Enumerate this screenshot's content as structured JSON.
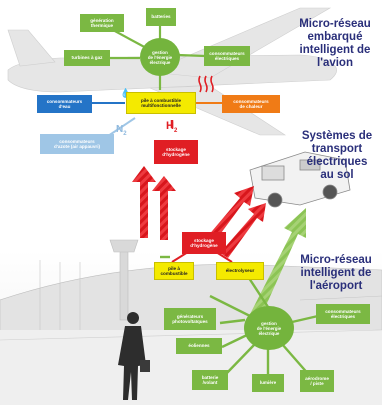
{
  "titles": {
    "aircraft": "Micro-réseau\nembarqué\nintelligent de\nl'avion",
    "ground": "Systèmes de\ntransport\nélectriques\nau sol",
    "airport": "Micro-réseau\nintelligent de\nl'aéroport"
  },
  "aircraft_grid": {
    "hub": "gestion\nde l'énergie\nélectrique",
    "batteries": "batteries",
    "thermal_gen": "génération\nthermique",
    "gas_turbine": "turbines à gaz",
    "electric_consumers": "consommateurs\nélectriques",
    "fuel_cell": "pile à combustible\nmultifonctionnelle",
    "water_consumers": "consommateurs\nd'eau",
    "heat_consumers": "consommateurs\nde chaleur",
    "nitrogen": "consommateurs\nd'azote (air appauvri)",
    "h2_storage": "stockage\nd'hydrogène"
  },
  "chemicals": {
    "h2": "H",
    "h2_sub": "2",
    "n2": "N",
    "n2_sub": "2"
  },
  "airport_grid": {
    "h2_storage": "stockage\nd'hydrogène",
    "fuel_cell": "pile à\ncombustible",
    "electrolyser": "électrolyseur",
    "hub": "gestion\nde l'énergie\nélectrique",
    "pv": "générateurs\nphotovoltaïques",
    "wind": "éoliennes",
    "flywheel": "batterie\n/volant",
    "lighting": "lumière",
    "airside": "aérodrome\n/ piste",
    "consumers": "consommateurs\nélectriques"
  },
  "colors": {
    "green": "#7bb843",
    "yellow": "#f4ea00",
    "blue": "#2474c7",
    "orange": "#f07b16",
    "red": "#e01e24",
    "title": "#2a2f7a"
  }
}
